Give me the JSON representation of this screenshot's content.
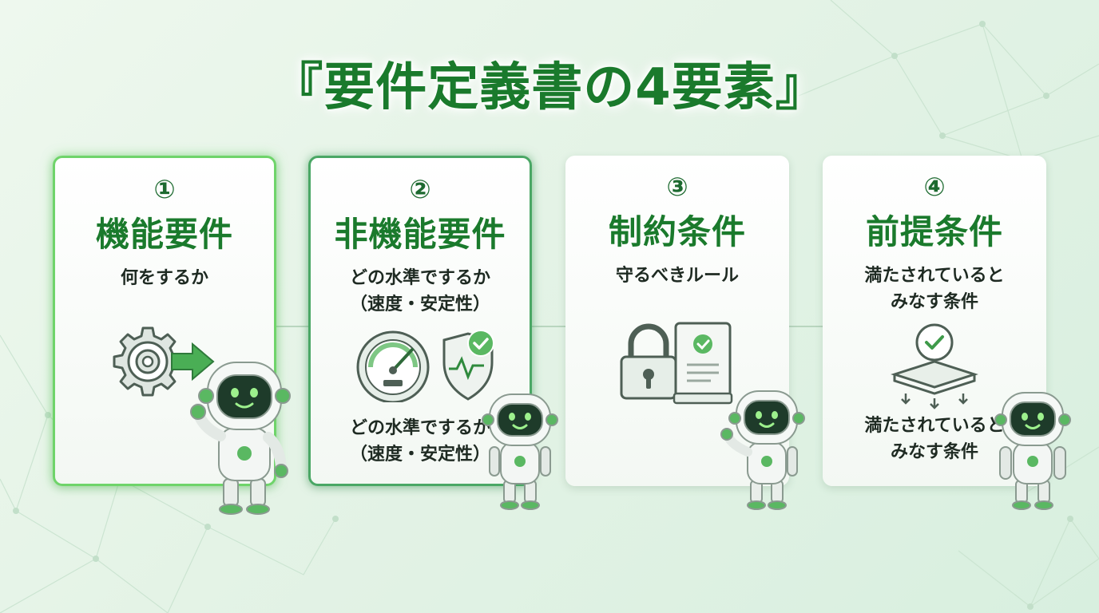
{
  "title": "『要件定義書の4要素』",
  "cards": [
    {
      "number": "①",
      "heading": "機能要件",
      "desc": [
        "何をするか"
      ],
      "sub": [],
      "icon": "gear-arrow-icon"
    },
    {
      "number": "②",
      "heading": "非機能要件",
      "desc": [
        "どの水準でするか",
        "（速度・安定性）"
      ],
      "sub": [
        "どの水準でするか",
        "（速度・安定性）"
      ],
      "icon": "speedometer-shield-icon"
    },
    {
      "number": "③",
      "heading": "制約条件",
      "desc": [
        "守るべきルール"
      ],
      "sub": [],
      "icon": "lock-book-icon"
    },
    {
      "number": "④",
      "heading": "前提条件",
      "desc": [
        "満たされていると",
        "みなす条件"
      ],
      "sub": [
        "満たされていると",
        "みなす条件"
      ],
      "icon": "check-platform-icon"
    }
  ],
  "mascot": "robot-mascot",
  "colors": {
    "accent": "#1a7a2c",
    "glow": "#6fd46a",
    "text": "#1e2a22"
  }
}
